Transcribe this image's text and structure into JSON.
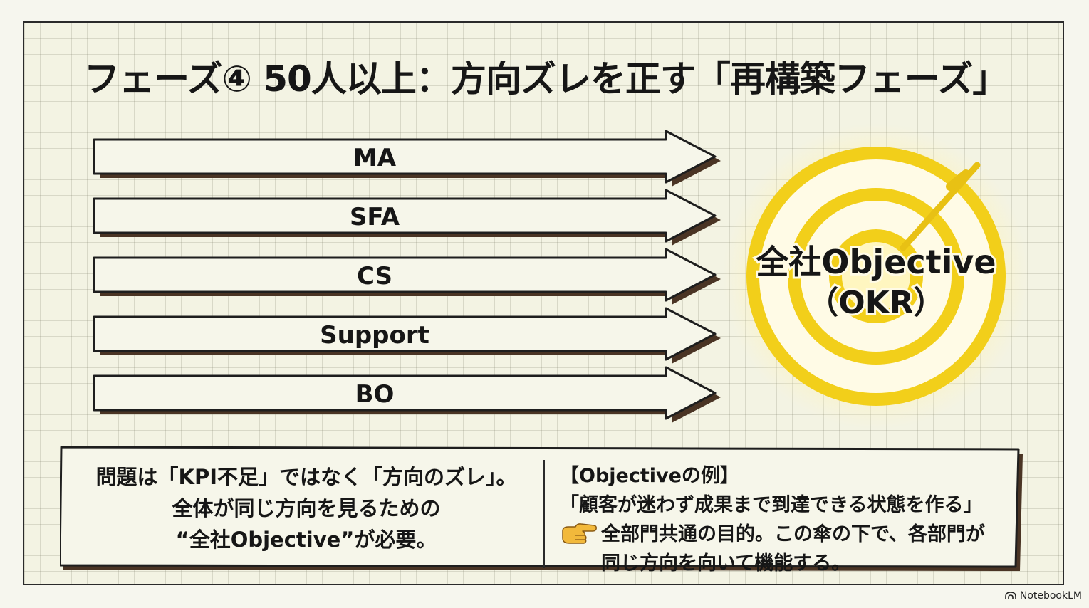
{
  "title": "フェーズ④ 50人以上：方向ズレを正す「再構築フェーズ」",
  "arrows": [
    "MA",
    "SFA",
    "CS",
    "Support",
    "BO"
  ],
  "target": {
    "line1": "全社Objective",
    "line2": "（OKR）"
  },
  "problem": {
    "line1": "問題は「KPI不足」ではなく「方向のズレ」。",
    "line2": "全体が同じ方向を見るための",
    "line3": "“全社Objective”が必要。"
  },
  "example": {
    "heading": "【Objectiveの例】",
    "quote": "「顧客が迷わず成果まで到達できる状態を作る」",
    "note_line1": "全部門共通の目的。この傘の下で、各部門が",
    "note_line2": "同じ方向を向いて機能する。"
  },
  "badge": "NotebookLM",
  "colors": {
    "target_yellow": "#f2cf1a",
    "target_glow": "#fff4a8",
    "arrow_fill": "#f6f6ea",
    "shadow": "#4a3424"
  }
}
